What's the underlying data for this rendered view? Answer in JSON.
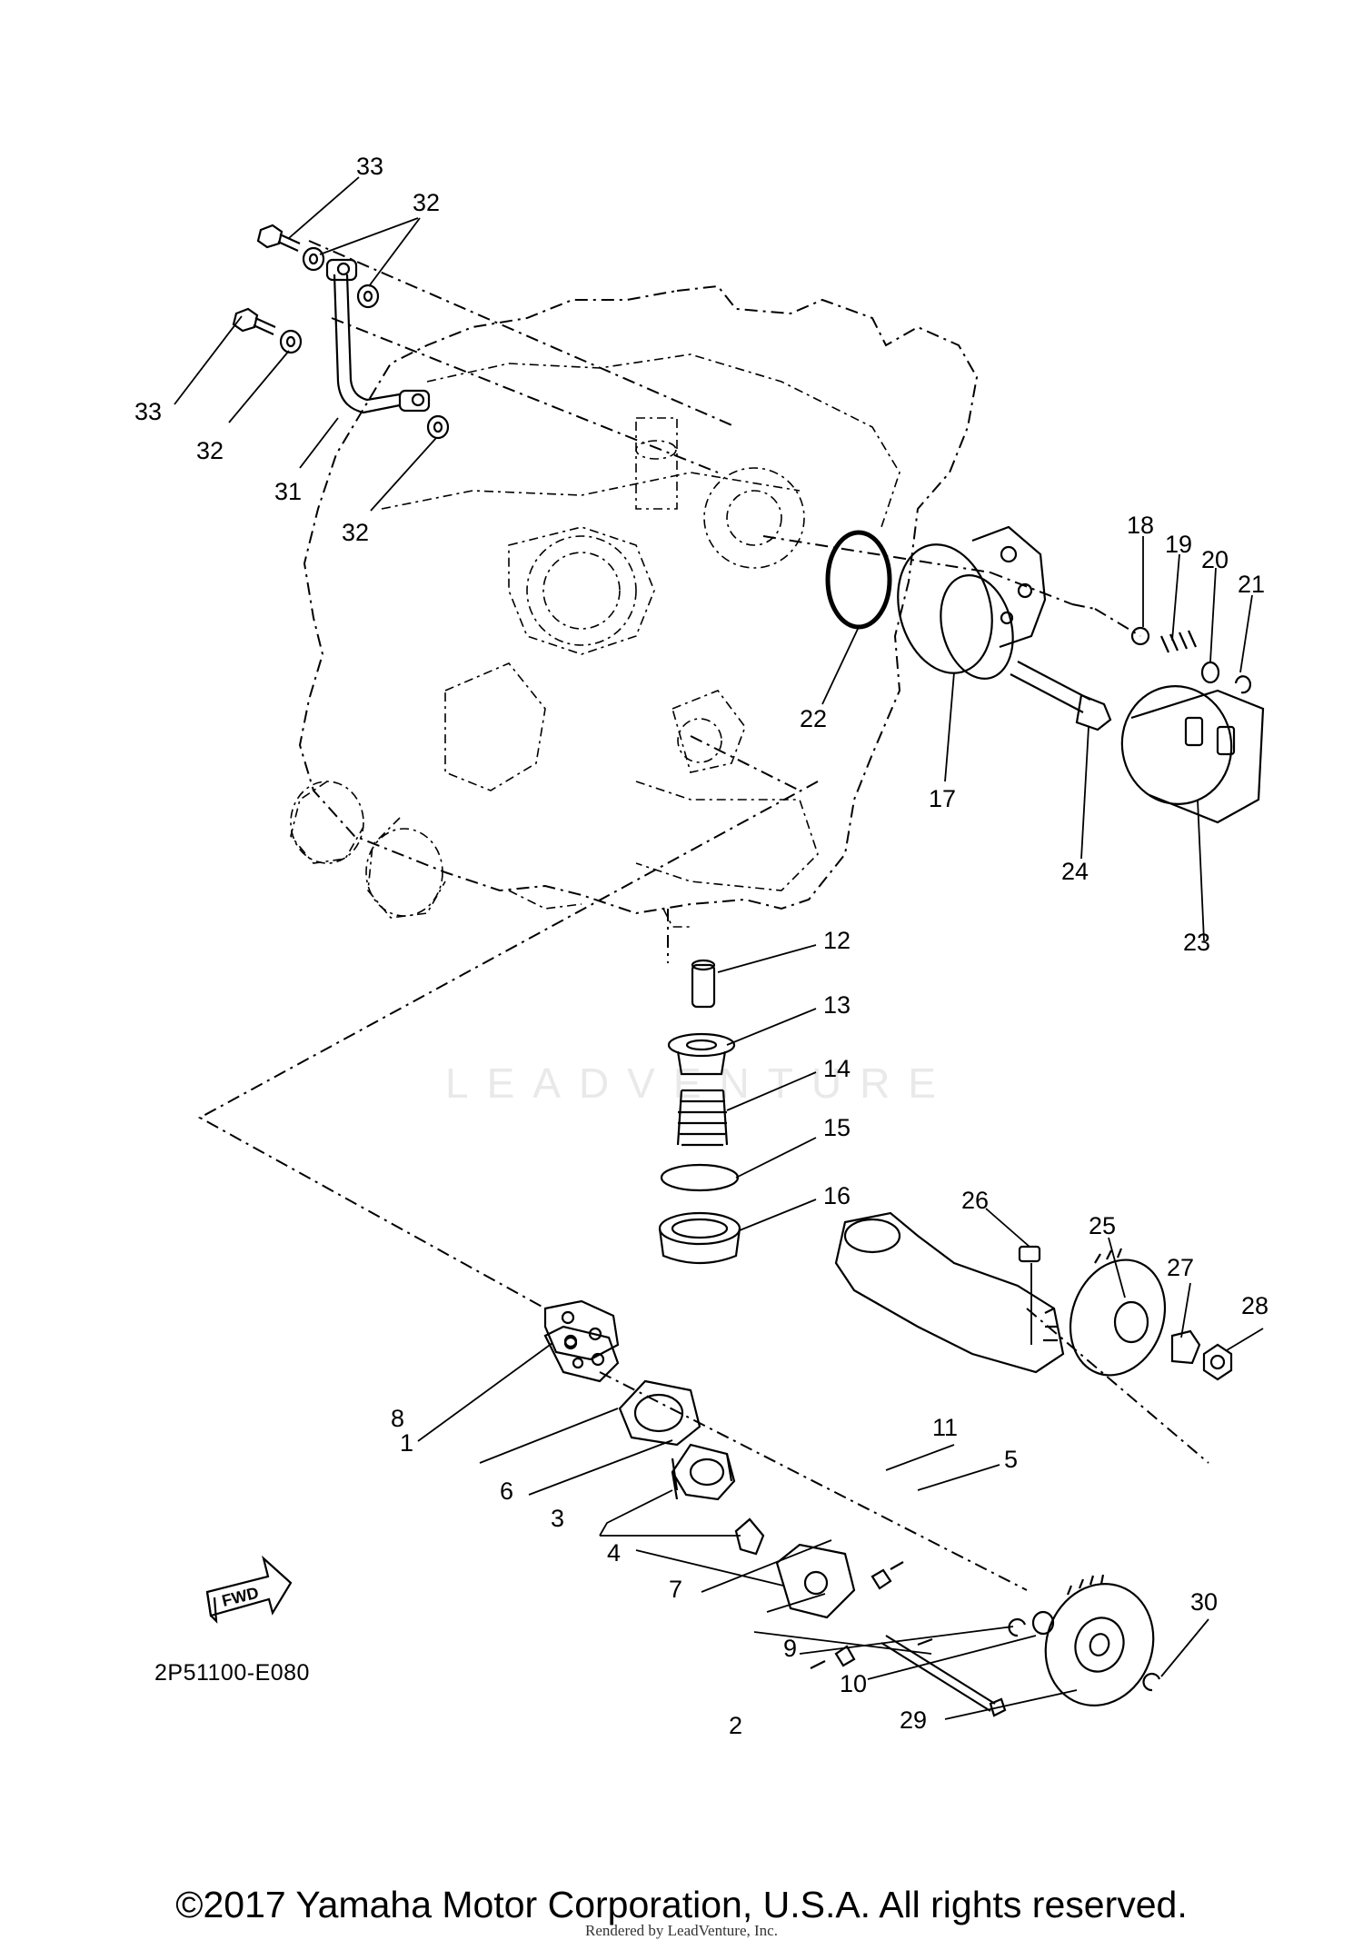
{
  "diagram": {
    "code": "2P51100-E080",
    "fwd_label": "FWD",
    "watermark": "LEADVENTURE",
    "callouts": [
      "1",
      "2",
      "3",
      "4",
      "5",
      "6",
      "7",
      "8",
      "9",
      "10",
      "11",
      "12",
      "13",
      "14",
      "15",
      "16",
      "17",
      "18",
      "19",
      "20",
      "21",
      "22",
      "23",
      "24",
      "25",
      "26",
      "27",
      "28",
      "29",
      "30",
      "31",
      "32",
      "33"
    ]
  },
  "footer": {
    "copyright": "©2017 Yamaha Motor Corporation, U.S.A. All rights reserved.",
    "rendered_by": "Rendered by LeadVenture, Inc."
  }
}
